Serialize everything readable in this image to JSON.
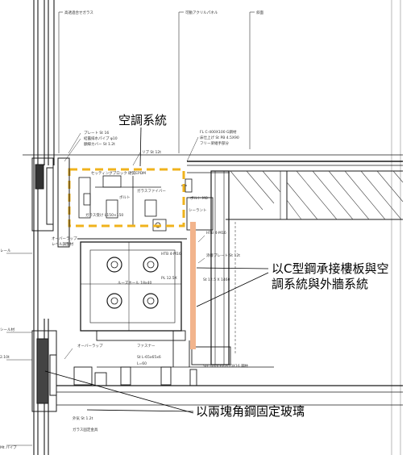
{
  "annotations": {
    "hvac": "空調系統",
    "c_steel_line1": "以C型鋼承接樓板與空",
    "c_steel_line2": "調系統與外牆系統",
    "angle_steel": "以兩塊角鋼固定玻璃"
  },
  "drawing_labels": {
    "glass_top": "高透過合せガラス",
    "acrylic_top": "可動アクリルパネル",
    "top_right": "斜面",
    "plate": "プレート St 16",
    "pipe": "結露排水パイプ φ10",
    "cover": "額縁カバー St 1.2t",
    "mid_top": "リブ St 12t",
    "right_top1": "FL C-400X100 G鋼材",
    "right_top2": "床仕上げ St PB 4.5X90",
    "right_top3": "フリー梁継手部分",
    "block": "セッティングブロック 硬質EPDM",
    "fiber": "ガラスファイバー",
    "bolt": "ボルト",
    "seal": "ガラス受け L150×150",
    "bolt_m8": "ボルト M8",
    "seal2": "シーラント",
    "overlap1": "オーバーラップ",
    "overlap2": "レベル調整材",
    "htb_right": "HTB 4-M16",
    "web_plate": "添接プレート St 12t",
    "under_plate": "ルーズホール 18x40",
    "pl_side": "PL 12.5X",
    "pl_note": "St 12.5 X 1460",
    "htb_mid": "HTB 4-M16",
    "fastener": "ファスナー",
    "angle": "St L-65x65x6",
    "l60": "L=60",
    "bottom_right": "SH-300X300X10X16 鋼柱",
    "left_1": "レール",
    "left_2": "シール材",
    "left_3": "2.10t",
    "overlap3": "オーバーラップ",
    "bottom_glass": "外気 St 1.2t",
    "bottom_glass2": "ガラス固定金具",
    "left_bottom": "Mt パイプ"
  },
  "colors": {
    "hvac_box": "#f0b31c",
    "brace": "#f2b48c",
    "line": "#1a1a1a"
  }
}
